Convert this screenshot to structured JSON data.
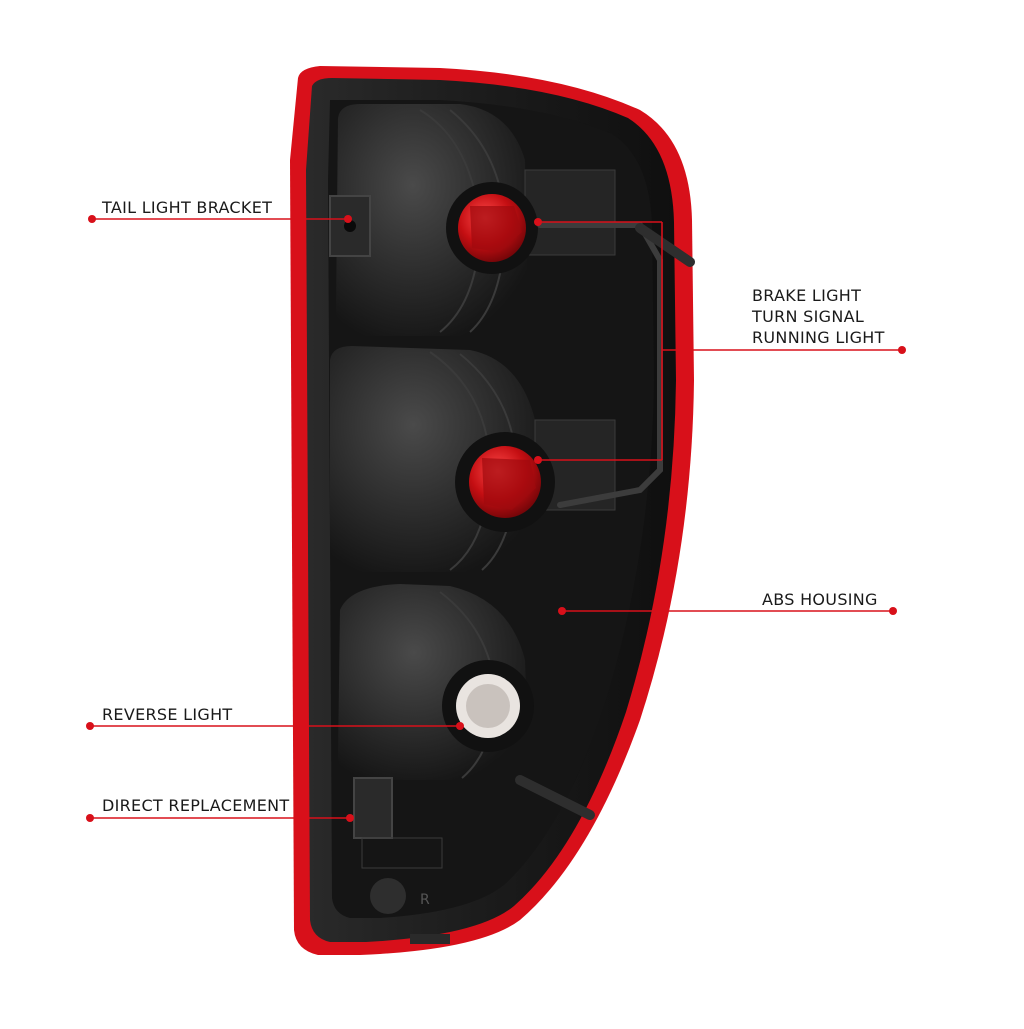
{
  "colors": {
    "accent": "#d8101a",
    "housing": "#1c1c1c",
    "housing_dark": "#0e0e0e",
    "lamp_body": "#2a2a2a",
    "label_text": "#1a1a1a",
    "background": "#ffffff"
  },
  "callouts": {
    "tail_light_bracket": "TAIL LIGHT BRACKET",
    "brake_light": "BRAKE LIGHT",
    "turn_signal": "TURN SIGNAL",
    "running_light": "RUNNING LIGHT",
    "abs_housing": "ABS HOUSING",
    "reverse_light": "REVERSE LIGHT",
    "direct_replacement": "DIRECT REPLACEMENT"
  },
  "molded_mark": "R"
}
